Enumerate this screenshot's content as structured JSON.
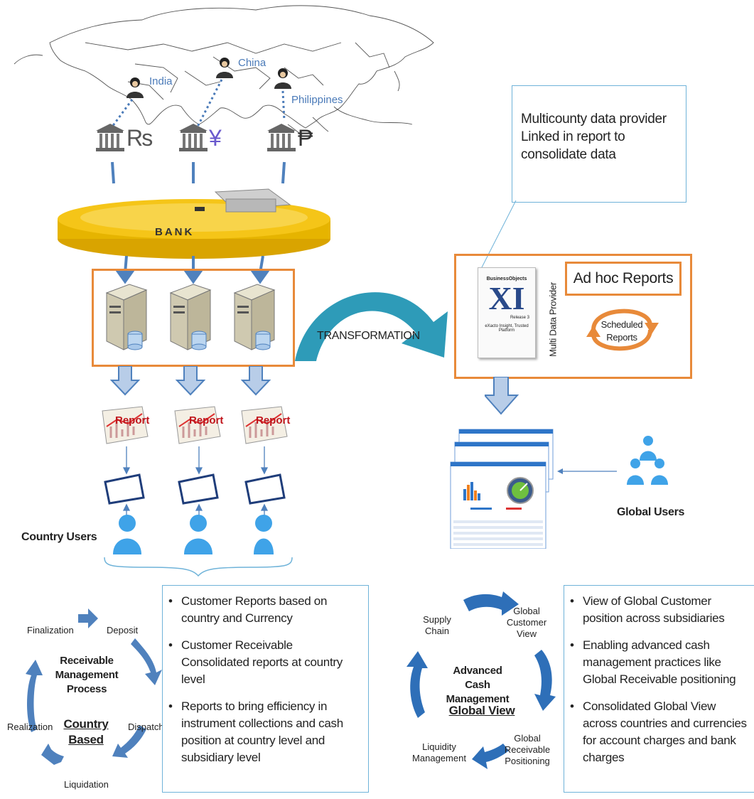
{
  "map": {
    "countries": [
      {
        "name": "India",
        "currency": "₨"
      },
      {
        "name": "China",
        "currency": "¥"
      },
      {
        "name": "Philippines",
        "currency": "₱"
      }
    ]
  },
  "bank_label": "BANK",
  "transformation_label": "TRANSFORMATION",
  "report_label": "Report",
  "callout_text": "Multicounty data provider Linked in report to consolidate data",
  "bo_panel": {
    "logo_brand": "BusinessObjects",
    "logo_version": "XI",
    "logo_release": "Release 3",
    "logo_tagline": "eXacto Insight, Trusted Platform",
    "vertical_label": "Multi Data Provider",
    "adhoc_label": "Ad hoc Reports",
    "scheduled_label": "Scheduled Reports"
  },
  "country_users_label": "Country Users",
  "global_users_label": "Global Users",
  "left_cycle": {
    "center_title": "Receivable Management Process",
    "center_sub": "Country Based",
    "steps": [
      "Finalization",
      "Deposit",
      "Dispatch",
      "Liquidation",
      "Realization"
    ]
  },
  "left_bullets": [
    "Customer Reports based on country and Currency",
    "Customer Receivable Consolidated reports at country level",
    "Reports to bring efficiency in instrument collections and cash position at country level and subsidiary level"
  ],
  "right_cycle": {
    "center_title": "Advanced Cash Management",
    "center_sub": "Global View",
    "steps": [
      "Supply Chain",
      "Global Customer View",
      "Global Receivable Positioning",
      "Liquidity Management"
    ]
  },
  "right_bullets": [
    "View of Global Customer position across subsidiaries",
    "Enabling advanced cash management practices like Global Receivable positioning",
    "Consolidated Global View across countries and currencies for account charges and bank charges"
  ],
  "colors": {
    "arrow_blue": "#4f81bd",
    "orange": "#e88a3a",
    "bank_yellow": "#f5c518",
    "teal": "#2e9bb8",
    "box_border": "#6fb3d9",
    "label_blue": "#4a7ab8"
  }
}
